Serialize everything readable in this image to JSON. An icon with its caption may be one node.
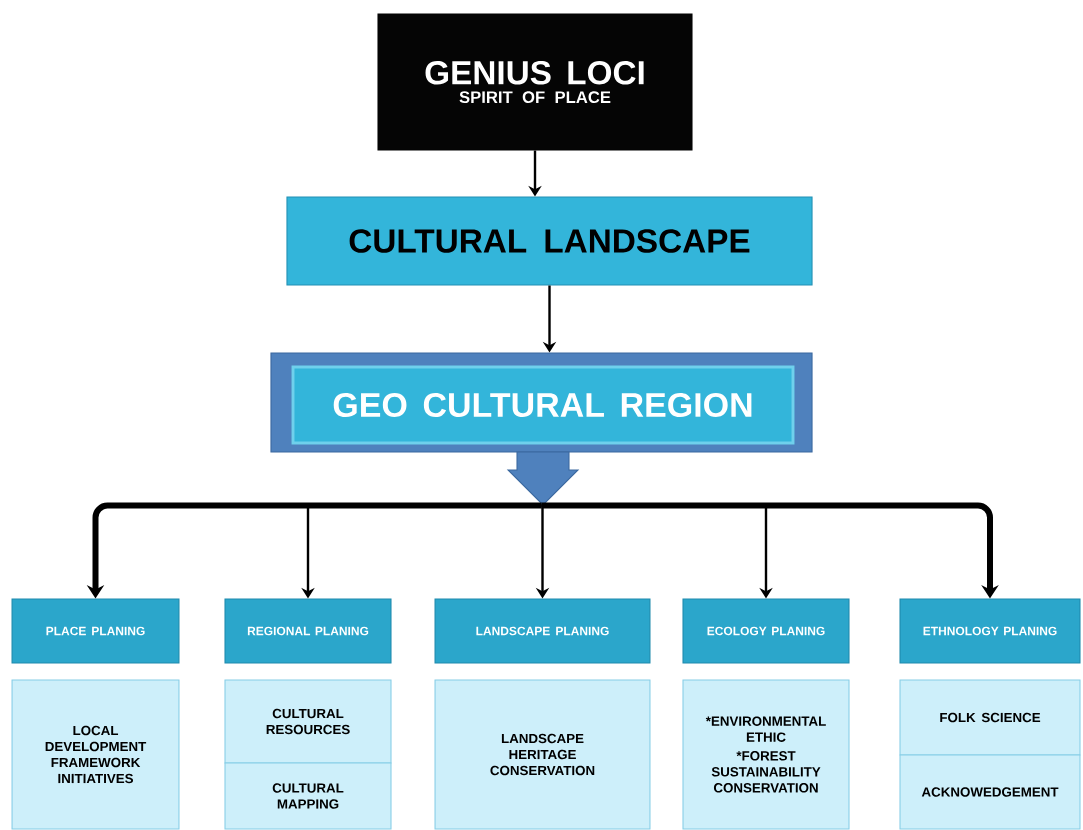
{
  "diagram": {
    "nodes": [
      {
        "text": [
          "GENIUS LOCI",
          "SPIRIT OF PLACE"
        ]
      },
      {
        "text": [
          "CULTURAL LANDSCAPE"
        ]
      },
      {
        "text": [],
        "shape": "box"
      },
      {
        "text": [
          "GEO CULTURAL REGION"
        ],
        "in": 2
      },
      {
        "text": [
          "PLACE PLANING"
        ]
      },
      {
        "text": [
          "REGIONAL PLANING"
        ]
      },
      {
        "text": [
          "LANDSCAPE PLANING"
        ]
      },
      {
        "text": [
          "ECOLOGY PLANING"
        ]
      },
      {
        "text": [
          "ETHNOLOGY PLANING"
        ]
      },
      {
        "text": [
          "LOCAL DEVELOPMENT FRAMEWORK INITIATIVES"
        ]
      },
      {
        "text": [
          "CULTURAL RESOURCES"
        ]
      },
      {
        "text": [
          "CULTURAL MAPPING"
        ]
      },
      {
        "text": [
          "LANDSCAPE HERITAGE CONSERVATION"
        ]
      },
      {
        "text": [
          "*ENVIRONMENTAL ETHIC",
          "*FOREST SUSTAINABILITY CONSERVATION"
        ]
      },
      {
        "text": [
          "FOLK SCIENCE"
        ]
      },
      {
        "text": [
          "ACKNOWEDGEMENT"
        ]
      }
    ],
    "edges": [
      {
        "from": 0,
        "to": 1,
        "arrow": "to"
      },
      {
        "from": 1,
        "to": 2,
        "arrow": "to"
      },
      {
        "from": 2,
        "to": 4,
        "arrow": "to",
        "style": "thick"
      },
      {
        "from": 2,
        "to": 5,
        "arrow": "to"
      },
      {
        "from": 2,
        "to": 6,
        "arrow": "to"
      },
      {
        "from": 2,
        "to": 7,
        "arrow": "to"
      },
      {
        "from": 2,
        "to": 8,
        "arrow": "to",
        "style": "thick"
      }
    ]
  }
}
